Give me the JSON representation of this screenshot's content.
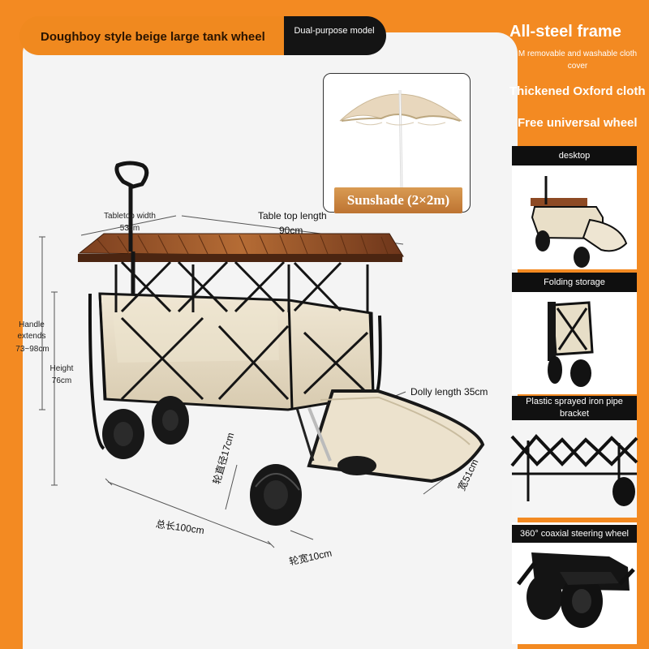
{
  "header": {
    "title": "Doughboy style beige large tank wheel",
    "model": "Dual-purpose model"
  },
  "features": {
    "frame": "All-steel frame",
    "cover": "M removable and washable cloth cover",
    "cloth": "Thickened Oxford cloth",
    "wheel": "Free universal wheel"
  },
  "umbrella": {
    "caption": "Sunshade (2×2m)"
  },
  "dimensions": {
    "tabletop_width": "Tabletop width",
    "tabletop_width_value": "53cm",
    "table_top_length": "Table top length",
    "table_top_length_value": "90cm",
    "handle_extends": "Handle extends",
    "handle_extends_value": "73~98cm",
    "height": "Height",
    "height_value": "76cm",
    "dolly_length": "Dolly length 35cm",
    "wheel_diameter": "轮直径17cm",
    "wide": "宽51cm",
    "total_length": "总长100cm",
    "wheel_width": "轮宽10cm"
  },
  "side_panels": [
    {
      "title": "desktop"
    },
    {
      "title": "Folding storage"
    },
    {
      "title": "Plastic sprayed iron pipe bracket"
    },
    {
      "title": "360° coaxial steering wheel"
    }
  ],
  "colors": {
    "background": "#f38a22",
    "panel": "#f4f4f4",
    "table": "#9f5a2c",
    "cloth": "#e8dec6",
    "frame": "#151515"
  }
}
